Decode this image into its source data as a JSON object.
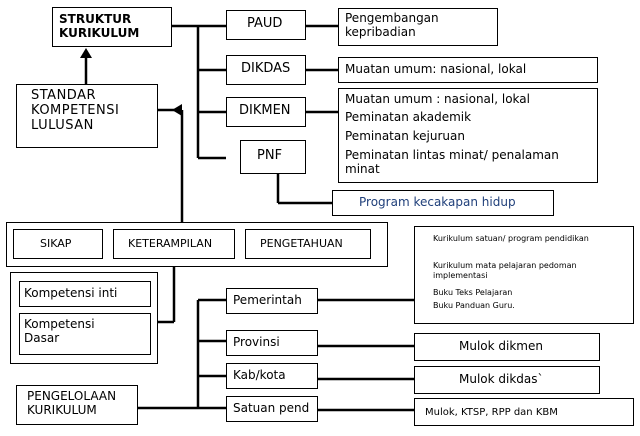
{
  "struktur": {
    "line1": "STRUKTUR",
    "line2": "KURIKULUM"
  },
  "skl": {
    "line1": "STANDAR",
    "line2": "KOMPETENSI",
    "line3": "LULUSAN"
  },
  "levels": {
    "paud": "PAUD",
    "dikdas": "DIKDAS",
    "dikmen": "DIKMEN",
    "pnf": "PNF"
  },
  "outcomes": {
    "paud": "Pengembangan kepribadian",
    "dikdas": "Muatan umum: nasional, lokal",
    "dikmen": [
      "Muatan umum : nasional, lokal",
      "Peminatan akademik",
      "Peminatan kejuruan",
      "Peminatan lintas minat/ penalaman minat"
    ],
    "pnf": "Program kecakapan hidup"
  },
  "domains": {
    "sikap": "SIKAP",
    "keterampilan": "KETERAMPILAN",
    "pengetahuan": "PENGETAHUAN"
  },
  "kompetensi": {
    "inti": "Kompetensi inti",
    "dasar": "Kompetensi Dasar"
  },
  "pengelolaan": {
    "line1": "PENGELOLAAN",
    "line2": "KURIKULUM"
  },
  "managers": {
    "pemerintah": "Pemerintah",
    "provinsi": "Provinsi",
    "kabkota": "Kab/kota",
    "satuan": "Satuan pend"
  },
  "products": {
    "pemerintah": [
      "Kurikulum satuan/ program pendidikan",
      "Kurikulum mata pelajaran pedoman implementasi",
      "Buku Teks Pelajaran",
      "Buku Panduan Guru."
    ],
    "provinsi": "Mulok dikmen",
    "kabkota": "Mulok dikdas`",
    "satuan": "Mulok, KTSP, RPP dan KBM"
  },
  "colors": {
    "pnf_program_text": "#1f3f7a",
    "lines": "#000000"
  }
}
